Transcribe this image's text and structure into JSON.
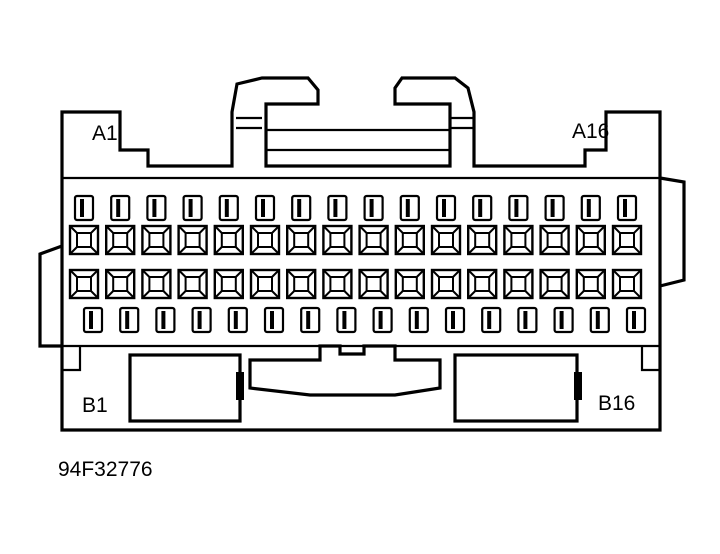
{
  "labels": {
    "a_first": "A1",
    "a_last": "A16",
    "b_first": "B1",
    "b_last": "B16"
  },
  "figure_code": "94F32776",
  "connector": {
    "pins_per_row": 16,
    "rows": [
      "top-terminals",
      "square-cavities-upper",
      "square-cavities-lower",
      "bottom-terminals"
    ]
  },
  "colors": {
    "ink": "#000000",
    "paper": "#ffffff"
  }
}
